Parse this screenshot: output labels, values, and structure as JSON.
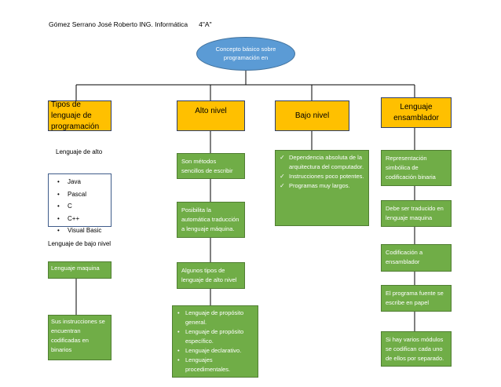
{
  "header": {
    "author": "Gómez Serrano José Roberto ING. Informática",
    "grade": "4\"A\""
  },
  "root": {
    "label": "Concepto básico sobre programación en"
  },
  "columns": {
    "tipos": {
      "title": "Tipos de lenguaje de programación",
      "alto_label": "Lenguaje de alto",
      "alto_items": [
        "Java",
        "Pascal",
        "C",
        "C++",
        "Visual Basic"
      ],
      "bajo_label": "Lenguaje de bajo nivel",
      "maquina": "Lenguaje maquina",
      "binarios": "Sus instrucciones se encuentran codificadas en binarios"
    },
    "alto": {
      "title": "Alto nivel",
      "box1": "Son métodos sencillos de escribir",
      "box2": "Posibilita la automática traducción a lenguaje máquina.",
      "box3": "Algunos tipos de lenguaje de alto nivel",
      "types": [
        "Lenguaje de propósito general.",
        "Lenguaje de propósito específico.",
        "Lenguaje declarativo.",
        "Lenguajes procedimentales."
      ]
    },
    "bajo": {
      "title": "Bajo nivel",
      "items": [
        "Dependencia absoluta de la arquitectura del computador.",
        "Instrucciones poco potentes.",
        "Programas muy largos."
      ]
    },
    "ensamblador": {
      "title": "Lenguaje ensamblador",
      "box1": "Representación simbólica de codificación binaria",
      "box2": "Debe ser traducido en lenguaje maquina",
      "box3": "Codificación a ensamblador",
      "box4": "El programa fuente se escribe en papel",
      "box5": "Si hay varios módulos se codifican cada uno de ellos por separado."
    }
  },
  "colors": {
    "ellipse": "#5b9bd5",
    "header_box": "#ffc000",
    "detail_box": "#70ad47",
    "connector": "#000000"
  }
}
